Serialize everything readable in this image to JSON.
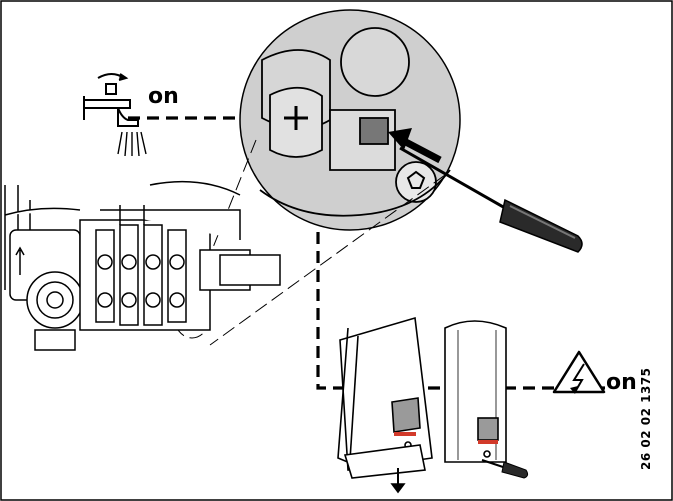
{
  "labels": {
    "water_on": "on",
    "power_on": "on",
    "figure_id": "26 02 02 1375"
  },
  "icons": [
    "water-tap-icon",
    "electric-hazard-icon",
    "screwdriver-icon",
    "arrow-icon"
  ],
  "colors": {
    "line": "#000000",
    "background": "#ffffff",
    "detail_circle": "#cfcfcf",
    "device_body": "#ffffff",
    "device_panel": "#9a9a9a",
    "accent_red": "#d23a2a"
  }
}
